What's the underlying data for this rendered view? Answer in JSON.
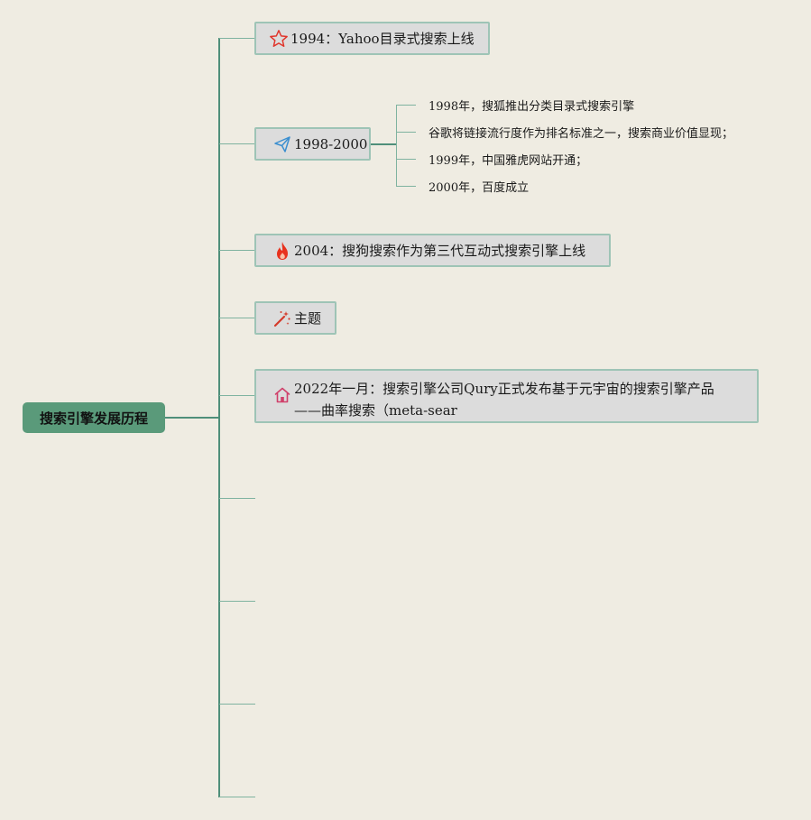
{
  "root": {
    "label": "搜索引擎发展历程"
  },
  "branches": [
    {
      "icon": "star-icon",
      "label": "1994：Yahoo目录式搜索上线"
    },
    {
      "icon": "paper-plane-icon",
      "label": "1998-2000",
      "children": [
        "1998年，搜狐推出分类目录式搜索引擎",
        "谷歌将链接流行度作为排名标准之一，搜索商业价值显现；",
        "1999年，中国雅虎网站开通；",
        "2000年，百度成立"
      ]
    },
    {
      "icon": "fire-icon",
      "label": "2004：搜狗搜索作为第三代互动式搜索引擎上线"
    },
    {
      "icon": "magic-wand-icon",
      "label": "主题"
    },
    {
      "icon": "home-icon",
      "label_line1": "2022年一月：搜索引擎公司Qury正式发布基于元宇宙的搜索引擎产品",
      "label_line2": "——曲率搜索（meta-sear"
    }
  ],
  "colors": {
    "background": "#efece2",
    "root_fill": "#5a9a7a",
    "node_fill": "#dcdcdc",
    "node_border": "#9ec4b6",
    "connector": "#7fb3a0",
    "star": "#e0352b",
    "plane": "#3b8fd0",
    "fire": "#e8321e",
    "wand": "#d43a2a",
    "home": "#d0406a"
  }
}
